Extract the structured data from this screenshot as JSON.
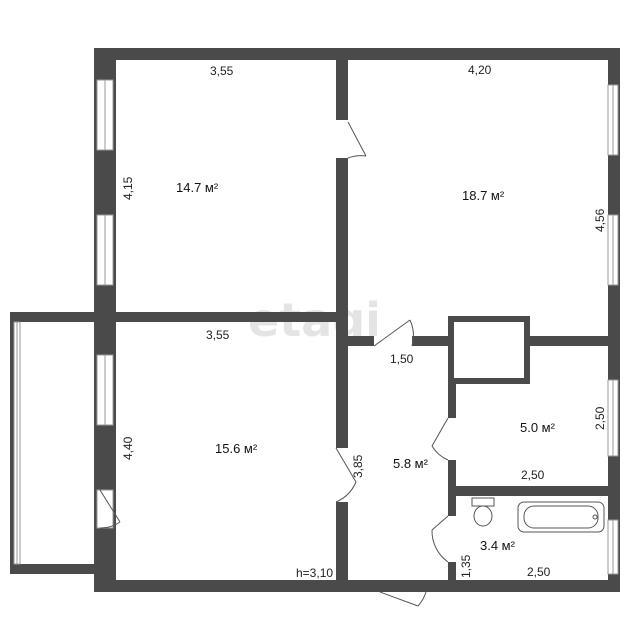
{
  "watermark": "etagi",
  "ceiling_height": "h=3,10",
  "rooms": [
    {
      "name": "room-top-left",
      "area": "14.7 м²",
      "width": "3,55",
      "height": "4,15"
    },
    {
      "name": "room-top-right",
      "area": "18.7 м²",
      "width": "4,20",
      "height": "4,56"
    },
    {
      "name": "room-bottom-left",
      "area": "15.6 м²",
      "width": "3,55",
      "height": "4,40"
    },
    {
      "name": "hallway",
      "area": "5.8 м²",
      "width": "1,50",
      "height": "3,85"
    },
    {
      "name": "kitchen",
      "area": "5.0 м²",
      "width": "2,50",
      "height": "2,50"
    },
    {
      "name": "bathroom",
      "area": "3.4 м²",
      "width": "2,50",
      "height": "1,35"
    }
  ],
  "colors": {
    "wall": "#4a4a4a",
    "window_frame": "#9a9a9a",
    "watermark": "#e4e4e4"
  }
}
